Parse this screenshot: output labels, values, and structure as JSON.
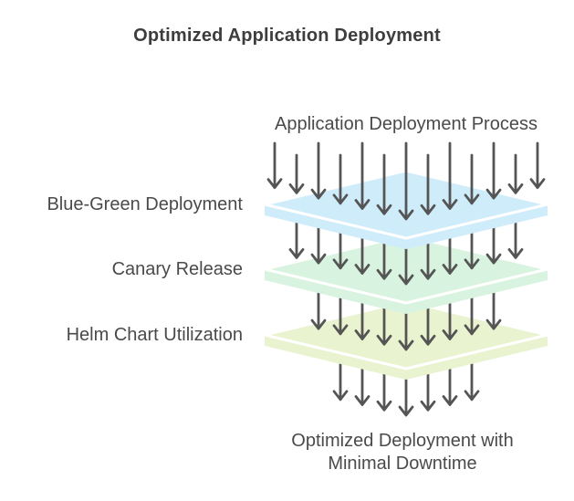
{
  "title": "Optimized Application Deployment",
  "diagram": {
    "top_label": "Application Deployment Process",
    "layers": [
      {
        "label": "Blue-Green Deployment",
        "color": "#cfecfa"
      },
      {
        "label": "Canary Release",
        "color": "#d8f3df"
      },
      {
        "label": "Helm Chart Utilization",
        "color": "#e9f3cf"
      }
    ],
    "bottom_label": [
      "Optimized Deployment with",
      "Minimal Downtime"
    ],
    "arrow_counts": [
      13,
      11,
      9,
      7
    ],
    "arrow_color": "#555555",
    "text_color": "#4a4a4a",
    "background_color": "#ffffff"
  }
}
